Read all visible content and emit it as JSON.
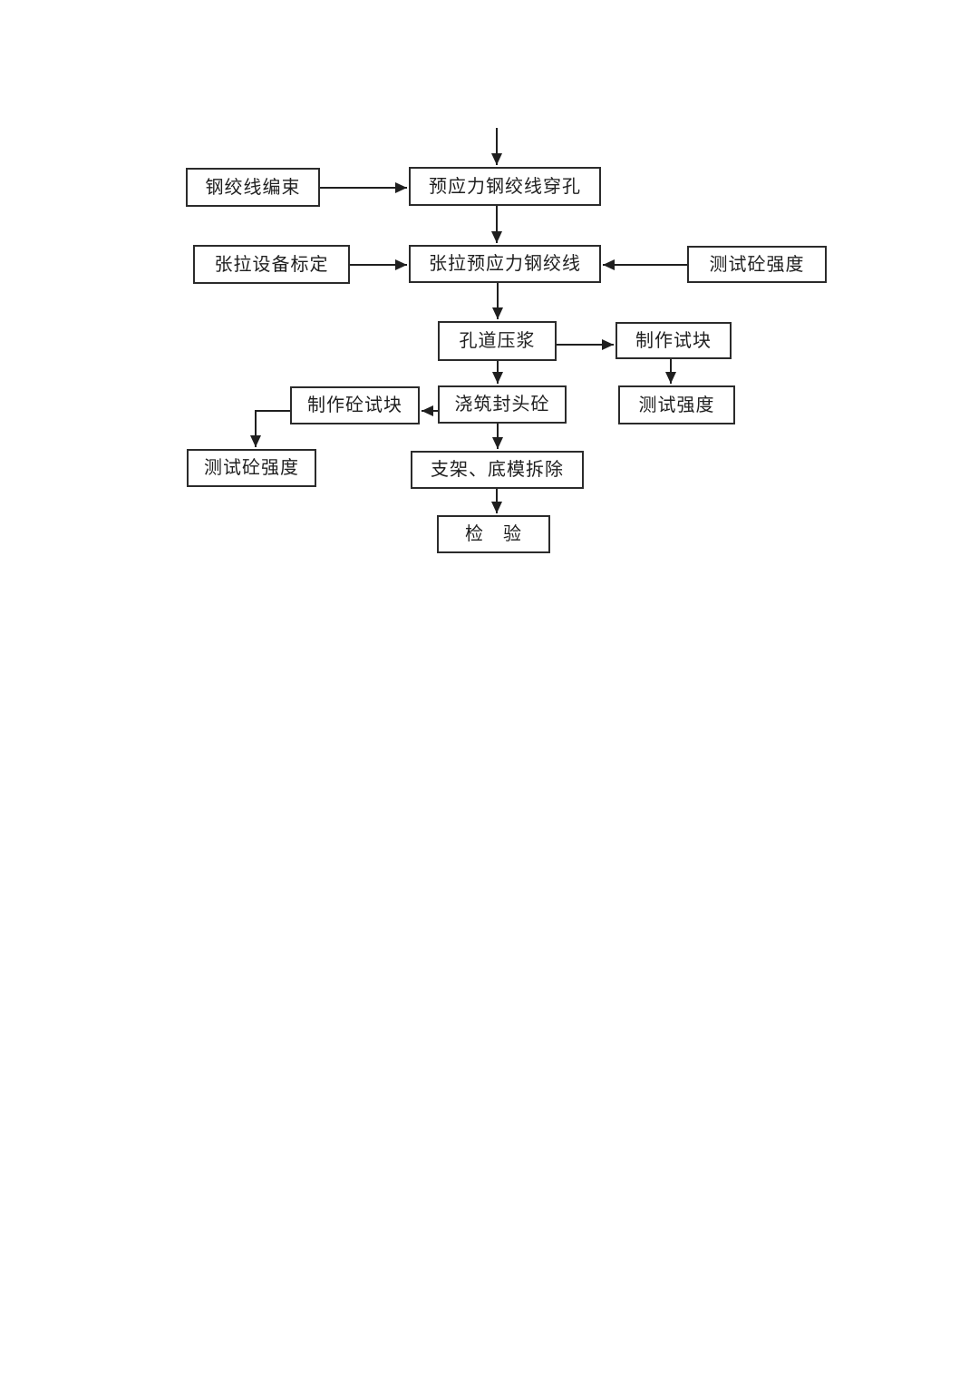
{
  "diagram": {
    "type": "flowchart",
    "colors": {
      "box_border": "#2b2b2b",
      "box_fill": "#ffffff",
      "line": "#1f1f1f",
      "text": "#1f1f1f",
      "page_background": "#ffffff"
    },
    "nodes": {
      "strand-bundling": {
        "label": "钢绞线编束"
      },
      "strand-threading": {
        "label": "预应力钢绞线穿孔"
      },
      "equipment-calibration": {
        "label": "张拉设备标定"
      },
      "tension-strand": {
        "label": "张拉预应力钢绞线"
      },
      "test-concrete-strength-right": {
        "label": "测试砼强度"
      },
      "duct-grouting": {
        "label": "孔道压浆"
      },
      "make-test-block": {
        "label": "制作试块"
      },
      "make-concrete-test-block": {
        "label": "制作砼试块"
      },
      "pour-end-concrete": {
        "label": "浇筑封头砼"
      },
      "test-strength": {
        "label": "测试强度"
      },
      "test-concrete-strength-left": {
        "label": "测试砼强度"
      },
      "remove-support-formwork": {
        "label": "支架、底模拆除"
      },
      "inspection": {
        "label": "检　验"
      }
    },
    "edges": [
      {
        "from": "start",
        "to": "strand-threading"
      },
      {
        "from": "strand-bundling",
        "to": "strand-threading"
      },
      {
        "from": "strand-threading",
        "to": "tension-strand"
      },
      {
        "from": "equipment-calibration",
        "to": "tension-strand"
      },
      {
        "from": "test-concrete-strength-right",
        "to": "tension-strand"
      },
      {
        "from": "tension-strand",
        "to": "duct-grouting"
      },
      {
        "from": "duct-grouting",
        "to": "make-test-block"
      },
      {
        "from": "make-test-block",
        "to": "test-strength"
      },
      {
        "from": "duct-grouting",
        "to": "pour-end-concrete"
      },
      {
        "from": "pour-end-concrete",
        "to": "make-concrete-test-block"
      },
      {
        "from": "make-concrete-test-block",
        "to": "test-concrete-strength-left"
      },
      {
        "from": "pour-end-concrete",
        "to": "remove-support-formwork"
      },
      {
        "from": "remove-support-formwork",
        "to": "inspection"
      }
    ]
  }
}
